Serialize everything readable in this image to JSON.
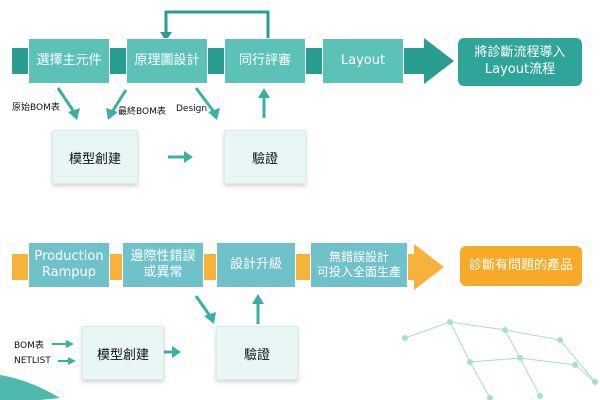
{
  "top_flow": {
    "steps": [
      "選擇主元件",
      "原理圖設計",
      "同行評審",
      "Layout"
    ],
    "result": "將診斷流程導入\nLayout流程",
    "labels": [
      "原始BOM表",
      "最終BOM表",
      "Design"
    ],
    "lower_boxes": [
      "模型創建",
      "驗證"
    ]
  },
  "bottom_flow": {
    "steps": [
      "Production\nRampup",
      "邊際性錯誤\n或異常",
      "設計升級",
      "無錯誤設計\n可投入全面生產"
    ],
    "result": "診斷有問題的產品",
    "labels": [
      "BOM表",
      "NETLIST"
    ],
    "lower_boxes": [
      "模型創建",
      "驗證"
    ]
  },
  "colors": {
    "teal_band": "#2a9d91",
    "teal_box": "#2fa59a",
    "orange_band": "#f7b23b",
    "orange_result": "#f7a928",
    "arrow_teal": "#3ab0a3",
    "lower_box_bg": "#e8f6f5"
  }
}
